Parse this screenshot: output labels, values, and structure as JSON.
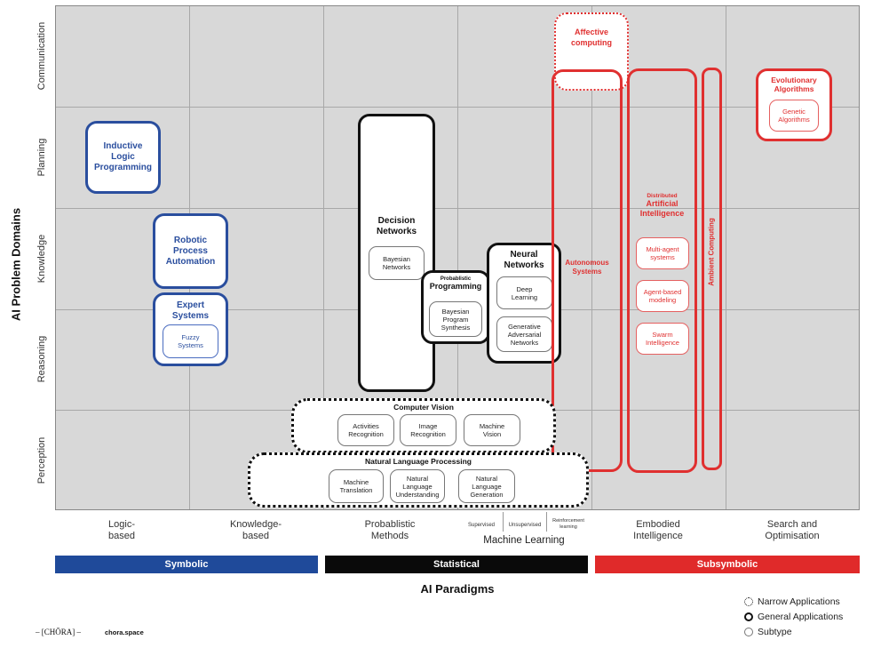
{
  "y_axis": {
    "title": "AI Problem Domains",
    "rows": [
      "Communication",
      "Planning",
      "Knowledge",
      "Reasoning",
      "Perception"
    ]
  },
  "x_axis": {
    "title": "AI Paradigms",
    "columns": [
      "Logic-\nbased",
      "Knowledge-\nbased",
      "Probablistic\nMethods",
      "Embodied\nIntelligence",
      "Search and\nOptimisation"
    ],
    "ml_sub": [
      "Supervised",
      "Unsupervised",
      "Reinforcement\nlearning"
    ],
    "ml_label": "Machine Learning"
  },
  "paradigm_bars": {
    "symbolic": "Symbolic",
    "statistical": "Statistical",
    "subsymbolic": "Subsymbolic",
    "colors": {
      "symbolic": "#1f4a9a",
      "statistical": "#0a0a0a",
      "subsymbolic": "#e02a2a"
    }
  },
  "boxes": {
    "ilp": "Inductive\nLogic\nProgramming",
    "rpa": "Robotic\nProcess\nAutomation",
    "expert": "Expert\nSystems",
    "fuzzy": "Fuzzy\nSystems",
    "decision": "Decision\nNetworks",
    "bayesian_networks": "Bayesian\nNetworks",
    "prob_prog_small": "Probablistic",
    "prob_prog": "Programming",
    "bps": "Bayesian\nProgram\nSynthesis",
    "neural": "Neural\nNetworks",
    "deep": "Deep\nLearning",
    "gan": "Generative\nAdversarial\nNetworks",
    "affective": "Affective\ncomputing",
    "autonomous": "Autonomous\nSystems",
    "dai_small": "Distributed",
    "dai": "Artificial\nIntelligence",
    "mas": "Multi-agent\nsystems",
    "abm": "Agent-based\nmodeling",
    "swarm": "Swarm\nIntelligence",
    "ambient": "Ambient Computing",
    "evo": "Evolutionary\nAlgorithms",
    "genetic": "Genetic\nAlgorithms",
    "cv": "Computer Vision",
    "activities": "Activities\nRecognition",
    "image_rec": "Image\nRecognition",
    "machine_vision": "Machine\nVision",
    "nlp": "Natural Language Processing",
    "mt": "Machine\nTranslation",
    "nlu": "Natural\nLanguage\nUnderstanding",
    "nlg": "Natural\nLanguage\nGeneration"
  },
  "legend": {
    "narrow": "Narrow Applications",
    "general": "General Applications",
    "subtype": "Subtype"
  },
  "footer": {
    "logo": "– [CHŌRA] –",
    "site": "chora.space"
  }
}
